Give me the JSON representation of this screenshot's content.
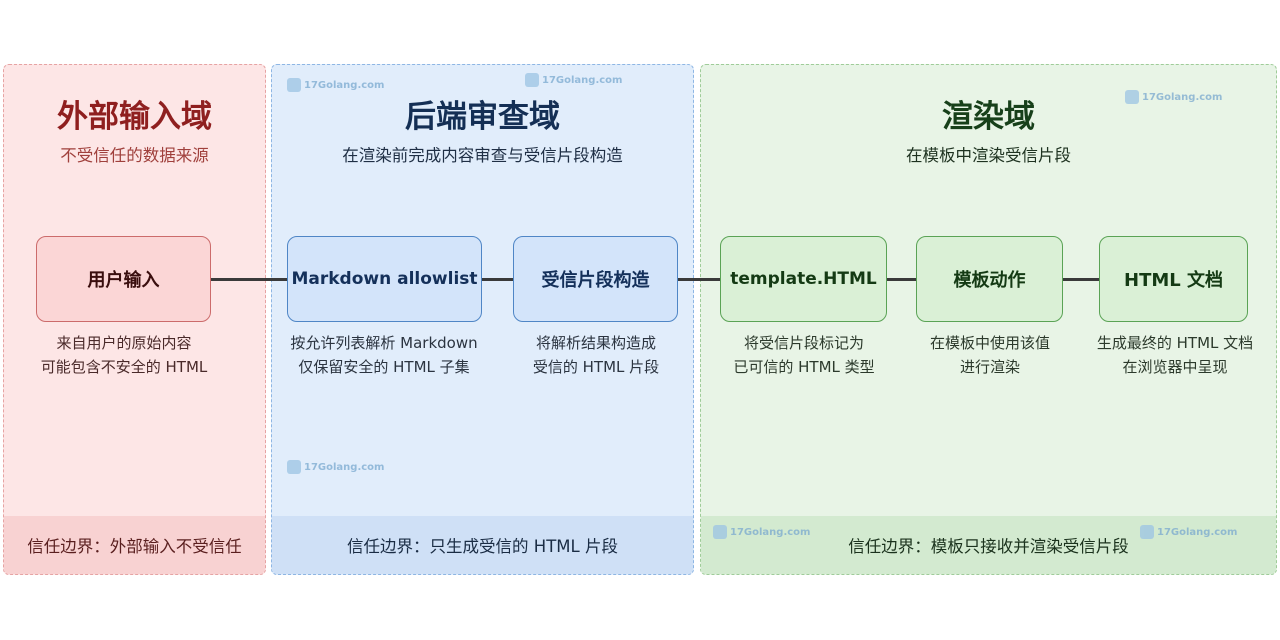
{
  "zones": {
    "external": {
      "title": "外部输入域",
      "subtitle": "不受信任的数据来源",
      "footer": "信任边界：外部输入不受信任"
    },
    "backend": {
      "title": "后端审查域",
      "subtitle": "在渲染前完成内容审查与受信片段构造",
      "footer": "信任边界：只生成受信的 HTML 片段"
    },
    "render": {
      "title": "渲染域",
      "subtitle": "在模板中渲染受信片段",
      "footer": "信任边界：模板只接收并渲染受信片段"
    }
  },
  "nodes": {
    "user_input": {
      "label": "用户输入",
      "desc": [
        "来自用户的原始内容",
        "可能包含不安全的 HTML"
      ]
    },
    "allowlist": {
      "label": "Markdown allowlist",
      "desc": [
        "按允许列表解析 Markdown",
        "仅保留安全的 HTML 子集"
      ]
    },
    "trusted_fragment": {
      "label": "受信片段构造",
      "desc": [
        "将解析结果构造成",
        "受信的 HTML 片段"
      ]
    },
    "template_html": {
      "label": "template.HTML",
      "desc": [
        "将受信片段标记为",
        "已可信的 HTML 类型"
      ]
    },
    "template_action": {
      "label": "模板动作",
      "desc": [
        "在模板中使用该值",
        "进行渲染"
      ]
    },
    "html_doc": {
      "label": "HTML 文档",
      "desc": [
        "生成最终的 HTML 文档",
        "在浏览器中呈现"
      ]
    }
  },
  "watermark": "17Golang.com",
  "colors": {
    "external_bg": "#fde6e6",
    "backend_bg": "#e1edfb",
    "render_bg": "#e8f4e6",
    "external_title": "#8f1f1f",
    "backend_title": "#142f55",
    "render_title": "#17401a"
  }
}
